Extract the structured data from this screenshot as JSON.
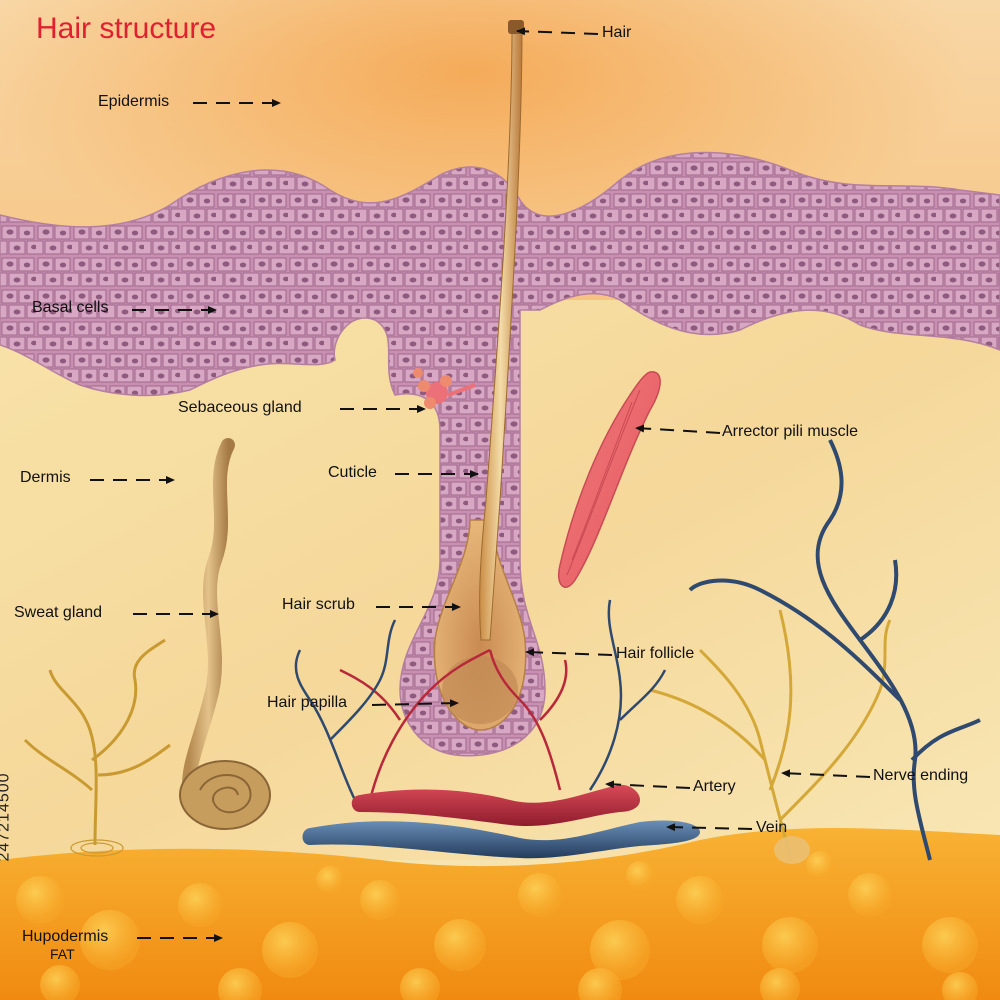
{
  "title": "Hair structure",
  "labels": {
    "hair": "Hair",
    "epidermis": "Epidermis",
    "basal_cells": "Basal cells",
    "sebaceous_gland": "Sebaceous gland",
    "arrector_pili_muscle": "Arrector pili muscle",
    "cuticle": "Cuticle",
    "dermis": "Dermis",
    "sweat_gland": "Sweat gland",
    "hair_scrub": "Hair scrub",
    "hair_follicle": "Hair follicle",
    "hair_papilla": "Hair papilla",
    "artery": "Artery",
    "nerve_ending": "Nerve ending",
    "vein": "Vein",
    "hypodermis": "Hupodermis",
    "fat": "FAT"
  },
  "stock_id": "247214500",
  "colors": {
    "title": "#e02030",
    "basal_layer": "#c98fb0",
    "cell_nucleus": "#8e5a7e",
    "fat_layer": "#f39a18",
    "artery": "#b8283a",
    "vein": "#2f4a6e",
    "nerve": "#d4a838",
    "muscle": "#ec6c6c"
  }
}
